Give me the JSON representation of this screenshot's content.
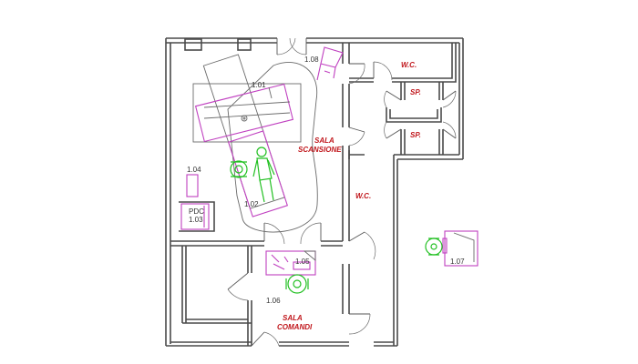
{
  "room_labels": {
    "wc_top": "W.C.",
    "sp_top": "SP.",
    "sp_bottom": "SP.",
    "sala_scansione_1": "SALA",
    "sala_scansione_2": "SCANSIONE",
    "wc_mid": "W.C.",
    "sala_comandi_1": "SALA",
    "sala_comandi_2": "COMANDI",
    "pdc": "PDC"
  },
  "codes": {
    "c101": "1.01",
    "c102": "1.02",
    "c103": "1.03",
    "c104": "1.04",
    "c105": "1.05",
    "c106": "1.06",
    "c107": "1.07",
    "c108": "1.08"
  },
  "colors": {
    "wall": "#4a4a4a",
    "furniture": "#c040c0",
    "person": "#22c022",
    "room_label": "#c0161b"
  }
}
